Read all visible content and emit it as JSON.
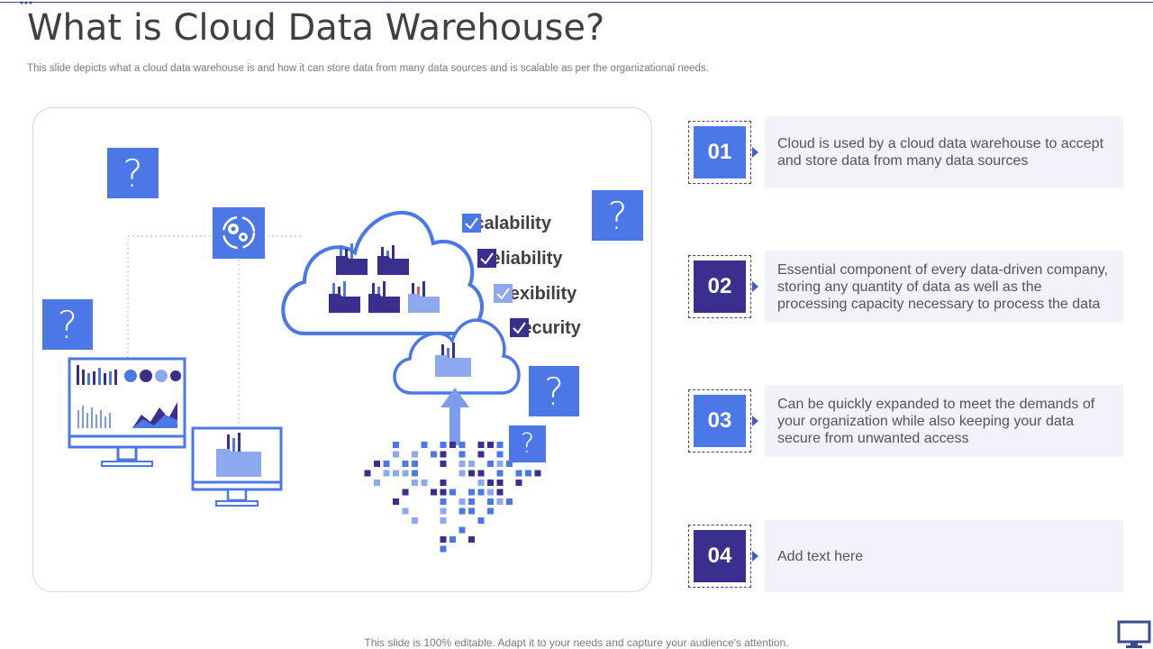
{
  "title": "What is Cloud Data Warehouse?",
  "subtitle": "This slide depicts what a cloud data warehouse is and how it can store data from many data sources and is scalable as per the organizational needs.",
  "illustration": {
    "question_mark": "?",
    "checklist": [
      {
        "label": "Scalability",
        "color": "#4b78e6"
      },
      {
        "label": "Reliability",
        "color": "#3a2e8f"
      },
      {
        "label": "Flexibility",
        "color": "#8ea8ef"
      },
      {
        "label": "Security",
        "color": "#3a2e8f"
      }
    ]
  },
  "steps": [
    {
      "number": "01",
      "text": "Cloud is used by a cloud data warehouse to accept and store data from many data sources",
      "color": "#4b78e6"
    },
    {
      "number": "02",
      "text": "Essential component of every data-driven company, storing any quantity  of data as well as the processing capacity necessary to process the data",
      "color": "#3a2e8f"
    },
    {
      "number": "03",
      "text": "Can be quickly expanded to meet the demands of your organization while also keeping your data secure from unwanted access",
      "color": "#4b78e6"
    },
    {
      "number": "04",
      "text": "Add text here",
      "color": "#3a2e8f"
    }
  ],
  "footer": "This slide is 100% editable. Adapt it to your needs and capture your audience's attention.",
  "colors": {
    "accent_blue": "#4b78e6",
    "accent_purple": "#3a2e8f",
    "card_bg": "#f1f2fa"
  }
}
